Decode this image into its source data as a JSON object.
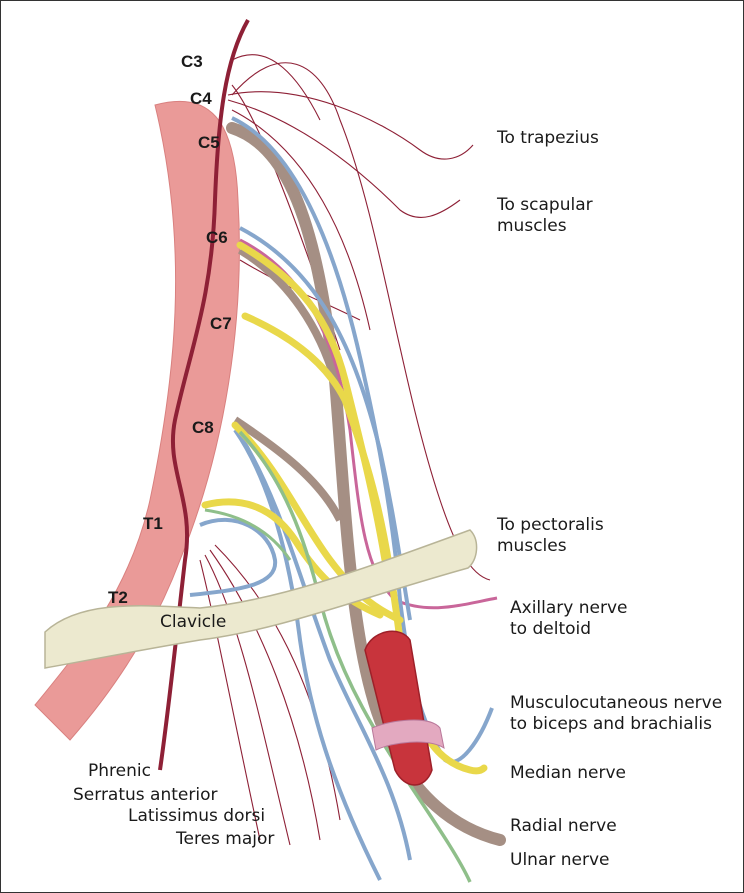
{
  "colors": {
    "spine": "#ea9a98",
    "phrenic": "#8e2036",
    "thin_nerve": "#8e2036",
    "blue_nerve": "#86a6cc",
    "yellow_nerve": "#e9d84a",
    "taupe_nerve": "#a58f84",
    "pink_nerve": "#c9669a",
    "green_nerve": "#8fbf8a",
    "clavicle": "#ece9cf",
    "artery": "#c8343c",
    "band": "#e3a9c0"
  },
  "roots": {
    "c3": "C3",
    "c4": "C4",
    "c5": "C5",
    "c6": "C6",
    "c7": "C7",
    "c8": "C8",
    "t1": "T1",
    "t2": "T2"
  },
  "labels": {
    "to_trapezius": "To trapezius",
    "to_scapular_1": "To scapular",
    "to_scapular_2": "muscles",
    "to_pectoralis_1": "To pectoralis",
    "to_pectoralis_2": "muscles",
    "axillary_1": "Axillary nerve",
    "axillary_2": "to deltoid",
    "musculocutaneous_1": "Musculocutaneous nerve",
    "musculocutaneous_2": "to biceps and brachialis",
    "median": "Median nerve",
    "radial": "Radial nerve",
    "ulnar": "Ulnar nerve",
    "clavicle": "Clavicle",
    "phrenic": "Phrenic",
    "serratus": "Serratus anterior",
    "latissimus": "Latissimus dorsi",
    "teres": "Teres major"
  }
}
